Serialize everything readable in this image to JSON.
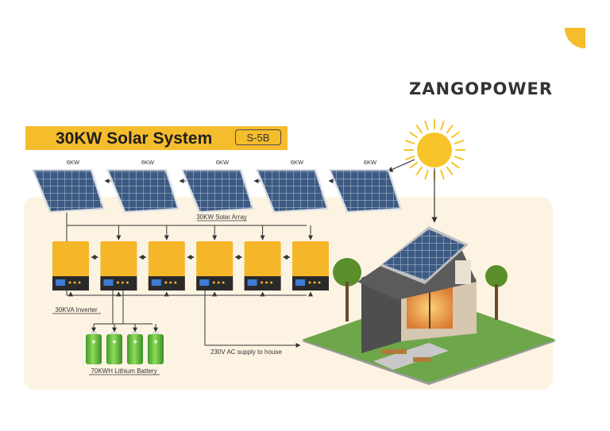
{
  "brand": "ZANGOPOWER",
  "title": "30KW Solar System",
  "model": "S-5B",
  "panels": [
    "6KW",
    "6KW",
    "6KW",
    "6KW",
    "6KW"
  ],
  "array_label": "30KW Solar Array",
  "inverter_label": "30KVA Inverter",
  "battery_label": "70KWH Lithium Battery",
  "ac_label": "230V AC supply to house",
  "inverter_count": 6,
  "battery_count": 4,
  "colors": {
    "accent": "#f5bc2c",
    "inverter": "#f6b62a",
    "panel": "#3c5a82",
    "battery": "#5fbf3a",
    "sun": "#f7c52a",
    "background": "#fdf3e3"
  }
}
